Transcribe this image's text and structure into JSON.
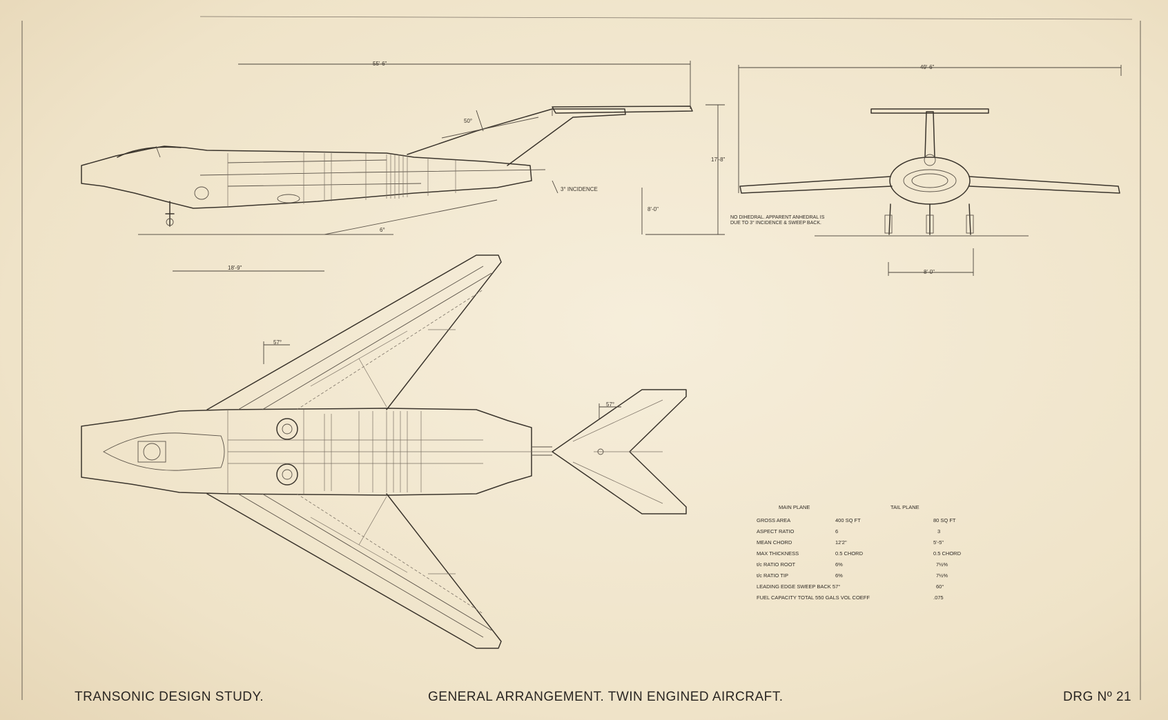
{
  "title_block": {
    "left": "TRANSONIC DESIGN STUDY.",
    "center": "GENERAL ARRANGEMENT.  TWIN ENGINED AIRCRAFT.",
    "right": "DRG Nº 21"
  },
  "dimensions": {
    "overall_length": "55'-6\"",
    "span": "49'-6\"",
    "tail_height": "17'-8\"",
    "ground_height": "8'-0\"",
    "nose_length": "18'-9\"",
    "track": "8'-0\"",
    "incidence": "3° INCIDENCE",
    "fin_sweep": "50°",
    "ground_angle": "6°",
    "wing_sweep": "57°",
    "tail_sweep": "57°"
  },
  "front_view_note": {
    "line1": "NO DIHEDRAL. APPARENT ANHEDRAL IS",
    "line2": "DUE TO 3° INCIDENCE & SWEEP BACK."
  },
  "data_table": {
    "headers": [
      "MAIN PLANE",
      "TAIL PLANE"
    ],
    "rows": [
      {
        "label": "GROSS AREA",
        "main": "400 SQ FT",
        "tail": "80 SQ FT"
      },
      {
        "label": "ASPECT RATIO",
        "main": "6",
        "tail": "3"
      },
      {
        "label": "MEAN CHORD",
        "main": "12'2\"",
        "tail": "5'-5\""
      },
      {
        "label": "MAX THICKNESS",
        "main": "0.5 CHORD",
        "tail": "0.5 CHORD"
      },
      {
        "label": "t/c RATIO ROOT",
        "main": "6%",
        "tail": "7½%"
      },
      {
        "label": "t/c RATIO TIP",
        "main": "6%",
        "tail": "7½%"
      },
      {
        "label": "LEADING EDGE SWEEP BACK 57°",
        "main": "",
        "tail": "60°"
      },
      {
        "label": "FUEL CAPACITY  TOTAL 550 GALS VOL COEFF",
        "main": "",
        "tail": ".075"
      }
    ]
  }
}
